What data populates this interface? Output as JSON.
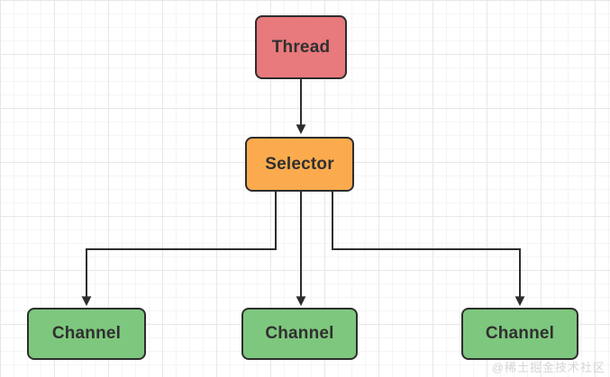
{
  "diagram": {
    "type": "flowchart",
    "nodes": [
      {
        "id": "thread",
        "label": "Thread",
        "fill": "#e8797c",
        "border": "#2d2d2d"
      },
      {
        "id": "selector",
        "label": "Selector",
        "fill": "#fbab4d",
        "border": "#2d2d2d"
      },
      {
        "id": "channel-left",
        "label": "Channel",
        "fill": "#7ec77e",
        "border": "#2d2d2d"
      },
      {
        "id": "channel-middle",
        "label": "Channel",
        "fill": "#7ec77e",
        "border": "#2d2d2d"
      },
      {
        "id": "channel-right",
        "label": "Channel",
        "fill": "#7ec77e",
        "border": "#2d2d2d"
      }
    ],
    "edges": [
      {
        "from": "thread",
        "to": "selector"
      },
      {
        "from": "selector",
        "to": "channel-left"
      },
      {
        "from": "selector",
        "to": "channel-middle"
      },
      {
        "from": "selector",
        "to": "channel-right"
      }
    ],
    "edge_color": "#2d2d2d",
    "background": {
      "grid": "on",
      "minor_line": "#f5f5f5",
      "major_line": "#e7e7e7"
    }
  },
  "watermark": {
    "text": "@稀土掘金技术社区",
    "color": "#d6d6d6"
  }
}
